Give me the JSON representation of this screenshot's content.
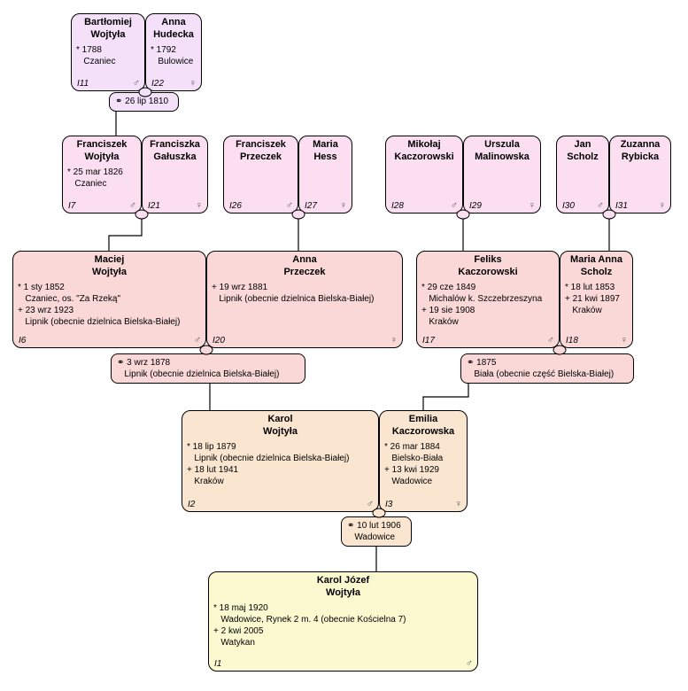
{
  "colors": {
    "gen1": "#f4e1f9",
    "gen2": "#fbdff0",
    "gen3": "#fbd8d8",
    "gen4": "#fae6d0",
    "gen5": "#fbf9d0"
  },
  "persons": [
    {
      "id": "I11",
      "gender": "♂",
      "name": "Bartłomiej\nWojtyła",
      "details": "* 1788\n   Czaniec"
    },
    {
      "id": "I22",
      "gender": "♀",
      "name": "Anna\nHudecka",
      "details": "* 1792\n   Bulowice"
    },
    {
      "id": "I7",
      "gender": "♂",
      "name": "Franciszek\nWojtyła",
      "details": "* 25 mar 1826\n   Czaniec"
    },
    {
      "id": "I21",
      "gender": "♀",
      "name": "Franciszka\nGałuszka",
      "details": ""
    },
    {
      "id": "I26",
      "gender": "♂",
      "name": "Franciszek\nPrzeczek",
      "details": ""
    },
    {
      "id": "I27",
      "gender": "♀",
      "name": "Maria\nHess",
      "details": ""
    },
    {
      "id": "I28",
      "gender": "♂",
      "name": "Mikołaj\nKaczorowski",
      "details": ""
    },
    {
      "id": "I29",
      "gender": "♀",
      "name": "Urszula\nMalinowska",
      "details": ""
    },
    {
      "id": "I30",
      "gender": "♂",
      "name": "Jan\nScholz",
      "details": ""
    },
    {
      "id": "I31",
      "gender": "♀",
      "name": "Zuzanna\nRybicka",
      "details": ""
    },
    {
      "id": "I6",
      "gender": "♂",
      "name": "Maciej\nWojtyła",
      "details": "* 1 sty 1852\n   Czaniec, os. \"Za Rzeką\"\n+ 23 wrz 1923\n   Lipnik (obecnie dzielnica Bielska-Białej)"
    },
    {
      "id": "I20",
      "gender": "♀",
      "name": "Anna\nPrzeczek",
      "details": "+ 19 wrz 1881\n   Lipnik (obecnie dzielnica Bielska-Białej)"
    },
    {
      "id": "I17",
      "gender": "♂",
      "name": "Feliks\nKaczorowski",
      "details": "* 29 cze 1849\n   Michalów k. Szczebrzeszyna\n+ 19 sie 1908\n   Kraków"
    },
    {
      "id": "I18",
      "gender": "♀",
      "name": "Maria Anna\nScholz",
      "details": "* 18 lut 1853\n+ 21 kwi 1897\n   Kraków"
    },
    {
      "id": "I2",
      "gender": "♂",
      "name": "Karol\nWojtyła",
      "details": "* 18 lip 1879\n   Lipnik (obecnie dzielnica Bielska-Białej)\n+ 18 lut 1941\n   Kraków"
    },
    {
      "id": "I3",
      "gender": "♀",
      "name": "Emilia\nKaczorowska",
      "details": "* 26 mar 1884\n   Bielsko-Biała\n+ 13 kwi 1929\n   Wadowice"
    },
    {
      "id": "I1",
      "gender": "♂",
      "name": "Karol Józef\nWojtyła",
      "details": "* 18 maj 1920\n   Wadowice, Rynek 2 m. 4 (obecnie Kościelna 7)\n+ 2 kwi 2005\n   Watykan"
    }
  ],
  "marriages": [
    {
      "text": "⚭ 26 lip 1810"
    },
    {
      "text": "⚭ 3 wrz 1878\n   Lipnik (obecnie dzielnica Bielska-Białej)"
    },
    {
      "text": "⚭ 1875\n   Biała (obecnie część Bielska-Białej)"
    },
    {
      "text": "⚭ 10 lut 1906\n   Wadowice"
    }
  ]
}
